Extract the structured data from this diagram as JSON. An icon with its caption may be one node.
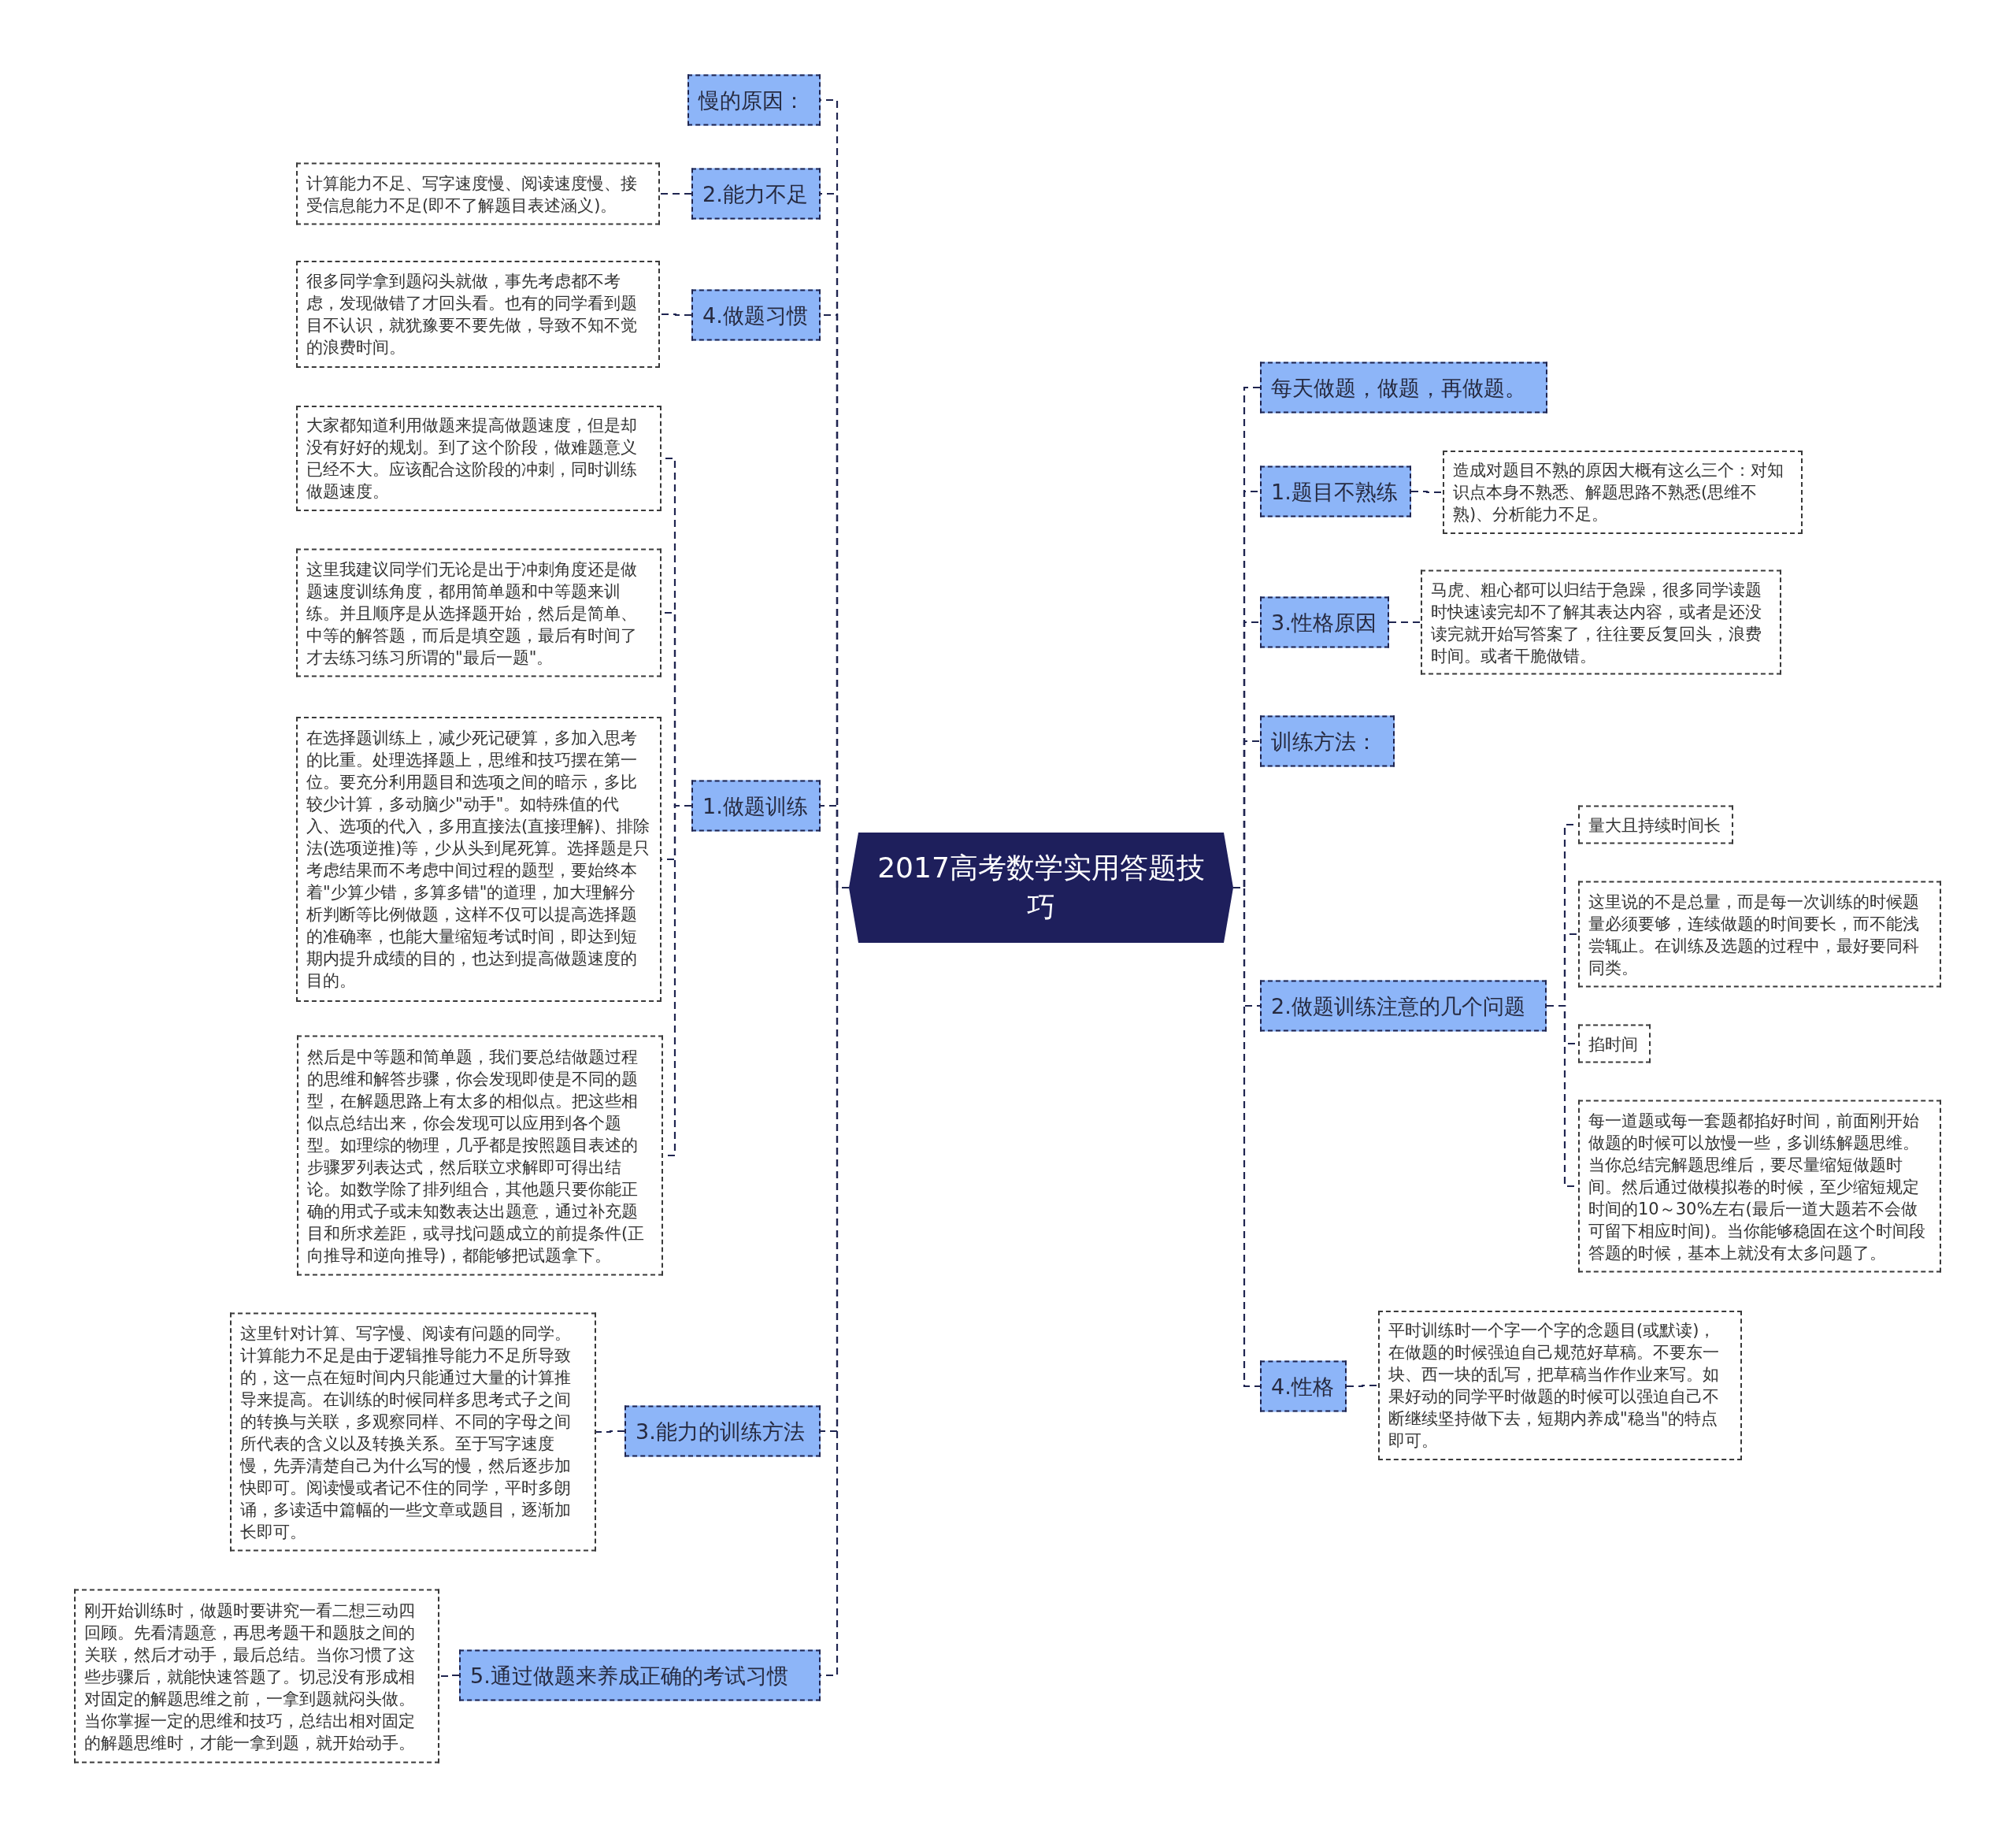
{
  "diagram": {
    "nodes": [
      {
        "text": [
          "2017高考数学实用答题技巧"
        ]
      },
      {
        "text": [
          "慢的原因："
        ]
      },
      {
        "text": [
          "2.能力不足"
        ]
      },
      {
        "text": [
          "计算能力不足、写字速度慢、阅读速度慢、接受信息能力不足(即不了解题目表述涵义)。"
        ]
      },
      {
        "text": [
          "4.做题习惯"
        ]
      },
      {
        "text": [
          "很多同学拿到题闷头就做，事先考虑都不考虑，发现做错了才回头看。也有的同学看到题目不认识，就犹豫要不要先做，导致不知不觉的浪费时间。"
        ]
      },
      {
        "text": [
          "1.做题训练"
        ]
      },
      {
        "text": [
          "大家都知道利用做题来提高做题速度，但是却没有好好的规划。到了这个阶段，做难题意义已经不大。应该配合这阶段的冲刺，同时训练做题速度。"
        ]
      },
      {
        "text": [
          "这里我建议同学们无论是出于冲刺角度还是做题速度训练角度，都用简单题和中等题来训练。并且顺序是从选择题开始，然后是简单、中等的解答题，而后是填空题，最后有时间了才去练习练习所谓的\"最后一题\"。"
        ]
      },
      {
        "text": [
          "在选择题训练上，减少死记硬算，多加入思考的比重。处理选择题上，思维和技巧摆在第一位。要充分利用题目和选项之间的暗示，多比较少计算，多动脑少\"动手\"。如特殊值的代入、选项的代入，多用直接法(直接理解)、排除法(选项逆推)等，少从头到尾死算。选择题是只考虑结果而不考虑中间过程的题型，要始终本着\"少算少错，多算多错\"的道理，加大理解分析判断等比例做题，这样不仅可以提高选择题的准确率，也能大量缩短考试时间，即达到短期内提升成绩的目的，也达到提高做题速度的目的。"
        ]
      },
      {
        "text": [
          "然后是中等题和简单题，我们要总结做题过程的思维和解答步骤，你会发现即使是不同的题型，在解题思路上有太多的相似点。把这些相似点总结出来，你会发现可以应用到各个题型。如理综的物理，几乎都是按照题目表述的步骤罗列表达式，然后联立求解即可得出结论。如数学除了排列组合，其他题只要你能正确的用式子或未知数表达出题意，通过补充题目和所求差距，或寻找问题成立的前提条件(正向推导和逆向推导)，都能够把试题拿下。"
        ]
      },
      {
        "text": [
          "3.能力的训练方法"
        ]
      },
      {
        "text": [
          "这里针对计算、写字慢、阅读有问题的同学。计算能力不足是由于逻辑推导能力不足所导致的，这一点在短时间内只能通过大量的计算推导来提高。在训练的时候同样多思考式子之间的转换与关联，多观察同样、不同的字母之间所代表的含义以及转换关系。至于写字速度慢，先弄清楚自己为什么写的慢，然后逐步加快即可。阅读慢或者记不住的同学，平时多朗诵，多读适中篇幅的一些文章或题目，逐渐加长即可。"
        ]
      },
      {
        "text": [
          "5.通过做题来养成正确的考试习惯"
        ]
      },
      {
        "text": [
          "刚开始训练时，做题时要讲究一看二想三动四回顾。先看清题意，再思考题干和题肢之间的关联，然后才动手，最后总结。当你习惯了这些步骤后，就能快速答题了。切忌没有形成相对固定的解题思维之前，一拿到题就闷头做。当你掌握一定的思维和技巧，总结出相对固定的解题思维时，才能一拿到题，就开始动手。"
        ]
      },
      {
        "text": [
          "每天做题，做题，再做题。"
        ]
      },
      {
        "text": [
          "1.题目不熟练"
        ]
      },
      {
        "text": [
          "造成对题目不熟的原因大概有这么三个：对知识点本身不熟悉、解题思路不熟悉(思维不熟)、分析能力不足。"
        ]
      },
      {
        "text": [
          "3.性格原因"
        ]
      },
      {
        "text": [
          "马虎、粗心都可以归结于急躁，很多同学读题时快速读完却不了解其表达内容，或者是还没读完就开始写答案了，往往要反复回头，浪费时间。或者干脆做错。"
        ]
      },
      {
        "text": [
          "训练方法："
        ]
      },
      {
        "text": [
          "2.做题训练注意的几个问题"
        ]
      },
      {
        "text": [
          "量大且持续时间长"
        ]
      },
      {
        "text": [
          "这里说的不是总量，而是每一次训练的时候题量必须要够，连续做题的时间要长，而不能浅尝辄止。在训练及选题的过程中，最好要同科同类。"
        ]
      },
      {
        "text": [
          "掐时间"
        ]
      },
      {
        "text": [
          "每一道题或每一套题都掐好时间，前面刚开始做题的时候可以放慢一些，多训练解题思维。当你总结完解题思维后，要尽量缩短做题时间。然后通过做模拟卷的时候，至少缩短规定时间的10～30%左右(最后一道大题若不会做可留下相应时间)。当你能够稳固在这个时间段答题的时候，基本上就没有太多问题了。"
        ]
      },
      {
        "text": [
          "4.性格"
        ]
      },
      {
        "text": [
          "平时训练时一个字一个字的念题目(或默读)，在做题的时候强迫自己规范好草稿。不要东一块、西一块的乱写，把草稿当作作业来写。如果好动的同学平时做题的时候可以强迫自己不断继续坚持做下去，短期内养成\"稳当\"的特点即可。"
        ]
      }
    ],
    "edges": [
      {
        "from": 0,
        "to": 1,
        "arrow": "none",
        "style": "dashed"
      },
      {
        "from": 0,
        "to": 2,
        "arrow": "none",
        "style": "dashed"
      },
      {
        "from": 2,
        "to": 3,
        "arrow": "none",
        "style": "dashed"
      },
      {
        "from": 0,
        "to": 4,
        "arrow": "none",
        "style": "dashed"
      },
      {
        "from": 4,
        "to": 5,
        "arrow": "none",
        "style": "dashed"
      },
      {
        "from": 0,
        "to": 6,
        "arrow": "none",
        "style": "dashed"
      },
      {
        "from": 6,
        "to": 7,
        "arrow": "none",
        "style": "dashed"
      },
      {
        "from": 6,
        "to": 8,
        "arrow": "none",
        "style": "dashed"
      },
      {
        "from": 6,
        "to": 9,
        "arrow": "none",
        "style": "dashed"
      },
      {
        "from": 6,
        "to": 10,
        "arrow": "none",
        "style": "dashed"
      },
      {
        "from": 0,
        "to": 11,
        "arrow": "none",
        "style": "dashed"
      },
      {
        "from": 11,
        "to": 12,
        "arrow": "none",
        "style": "dashed"
      },
      {
        "from": 0,
        "to": 13,
        "arrow": "none",
        "style": "dashed"
      },
      {
        "from": 13,
        "to": 14,
        "arrow": "none",
        "style": "dashed"
      },
      {
        "from": 0,
        "to": 15,
        "arrow": "none",
        "style": "dashed"
      },
      {
        "from": 0,
        "to": 16,
        "arrow": "none",
        "style": "dashed"
      },
      {
        "from": 16,
        "to": 17,
        "arrow": "none",
        "style": "dashed"
      },
      {
        "from": 0,
        "to": 18,
        "arrow": "none",
        "style": "dashed"
      },
      {
        "from": 18,
        "to": 19,
        "arrow": "none",
        "style": "dashed"
      },
      {
        "from": 0,
        "to": 20,
        "arrow": "none",
        "style": "dashed"
      },
      {
        "from": 0,
        "to": 21,
        "arrow": "none",
        "style": "dashed"
      },
      {
        "from": 21,
        "to": 22,
        "arrow": "none",
        "style": "dashed"
      },
      {
        "from": 21,
        "to": 23,
        "arrow": "none",
        "style": "dashed"
      },
      {
        "from": 21,
        "to": 24,
        "arrow": "none",
        "style": "dashed"
      },
      {
        "from": 21,
        "to": 25,
        "arrow": "none",
        "style": "dashed"
      },
      {
        "from": 0,
        "to": 26,
        "arrow": "none",
        "style": "dashed"
      },
      {
        "from": 26,
        "to": 27,
        "arrow": "none",
        "style": "dashed"
      }
    ]
  }
}
